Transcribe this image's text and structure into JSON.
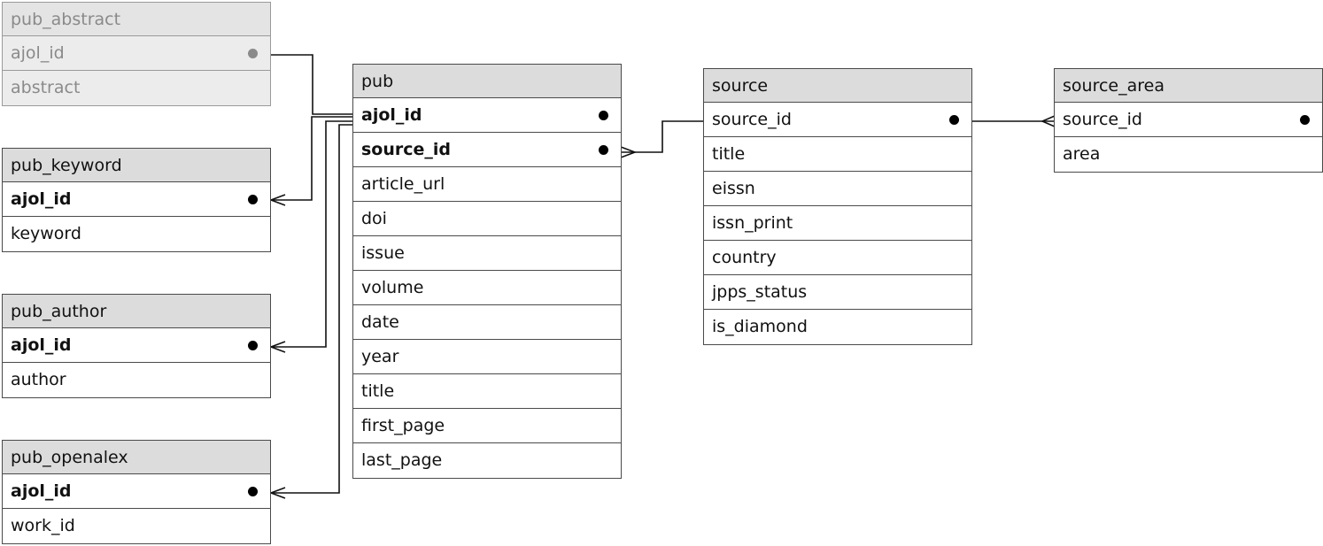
{
  "tables": {
    "pub_abstract": {
      "name": "pub_abstract",
      "fields": [
        "ajol_id",
        "abstract"
      ]
    },
    "pub_keyword": {
      "name": "pub_keyword",
      "fields": [
        "ajol_id",
        "keyword"
      ]
    },
    "pub_author": {
      "name": "pub_author",
      "fields": [
        "ajol_id",
        "author"
      ]
    },
    "pub_openalex": {
      "name": "pub_openalex",
      "fields": [
        "ajol_id",
        "work_id"
      ]
    },
    "pub": {
      "name": "pub",
      "fields": [
        "ajol_id",
        "source_id",
        "article_url",
        "doi",
        "issue",
        "volume",
        "date",
        "year",
        "title",
        "first_page",
        "last_page"
      ]
    },
    "source": {
      "name": "source",
      "fields": [
        "source_id",
        "title",
        "eissn",
        "issn_print",
        "country",
        "jpps_status",
        "is_diamond"
      ]
    },
    "source_area": {
      "name": "source_area",
      "fields": [
        "source_id",
        "area"
      ]
    }
  }
}
